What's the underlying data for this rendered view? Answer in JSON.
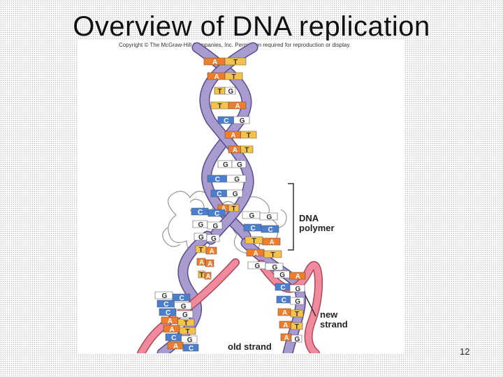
{
  "slide": {
    "title": "Overview of DNA replication",
    "page_number": "12"
  },
  "figure": {
    "copyright": "Copyright © The McGraw-Hill Companies, Inc. Permisson required for reproduction or display.",
    "labels": {
      "dna_polymerase_line1": "DNA",
      "dna_polymerase_line2": "polymer",
      "new_strand_line1": "new",
      "new_strand_line2": "strand",
      "old_strand": "old strand"
    },
    "base_pairs_top": [
      [
        "A",
        "T"
      ],
      [
        "A",
        "T"
      ],
      [
        "T",
        "G"
      ],
      [
        "T",
        "A"
      ],
      [
        "C",
        "G"
      ],
      [
        "A",
        "T"
      ],
      [
        "A",
        "T"
      ],
      [
        "G",
        "G"
      ],
      [
        "C",
        "G"
      ],
      [
        "C",
        "G"
      ],
      [
        "A",
        "T"
      ]
    ],
    "base_pairs_fork_left": [
      [
        "C",
        "C"
      ],
      [
        "G",
        "G"
      ],
      [
        "G",
        "G"
      ],
      [
        "T",
        "A"
      ],
      [
        "A",
        "A"
      ],
      [
        "T",
        "A"
      ]
    ],
    "base_pairs_fork_right": [
      [
        "G",
        "G"
      ],
      [
        "C",
        "C"
      ],
      [
        "T",
        "A"
      ],
      [
        "A",
        "T"
      ],
      [
        "G",
        "G"
      ]
    ],
    "base_pairs_lower_left": [
      [
        "G",
        "C"
      ],
      [
        "C",
        "G"
      ],
      [
        "C",
        "G"
      ],
      [
        "A",
        "T"
      ],
      [
        "A",
        "T"
      ],
      [
        "C",
        "G"
      ],
      [
        "A",
        "C"
      ]
    ],
    "base_pairs_lower_right": [
      [
        "G",
        "A"
      ],
      [
        "C",
        "G"
      ],
      [
        "C",
        "G"
      ],
      [
        "A",
        "T"
      ],
      [
        "A",
        "T"
      ],
      [
        "A",
        "G"
      ]
    ],
    "colors": {
      "strand_purple": "#a99bd0",
      "strand_outline": "#5a4b8a",
      "strand_pink": "#f08a9c",
      "base_orange": "#ef7d2a",
      "base_blue": "#4a7fd0",
      "base_yellow": "#f6c24a",
      "base_white": "#ffffff"
    }
  }
}
